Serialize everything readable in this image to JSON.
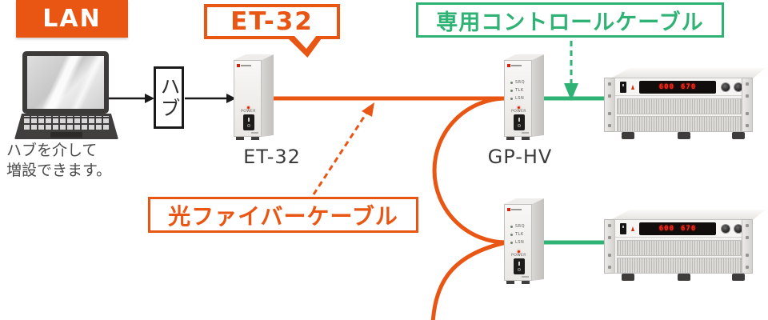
{
  "colors": {
    "orange": "#e95513",
    "green": "#2fb374"
  },
  "lan_badge": "LAN",
  "note": {
    "line1": "ハブを介して",
    "line2": "増設できます。"
  },
  "hub": {
    "label": "ハブ"
  },
  "et32": {
    "callout": "ET-32",
    "caption": "ET-32"
  },
  "gp_hv": {
    "caption": "GP-HV"
  },
  "tower": {
    "leds": [
      "SRQ",
      "TLK",
      "LSN"
    ],
    "power_label": "POWER"
  },
  "labels": {
    "fiber_cable": "光ファイバーケーブル",
    "control_cable": "専用コントロールケーブル"
  },
  "psu": {
    "display_left": "600",
    "display_right": "670"
  }
}
